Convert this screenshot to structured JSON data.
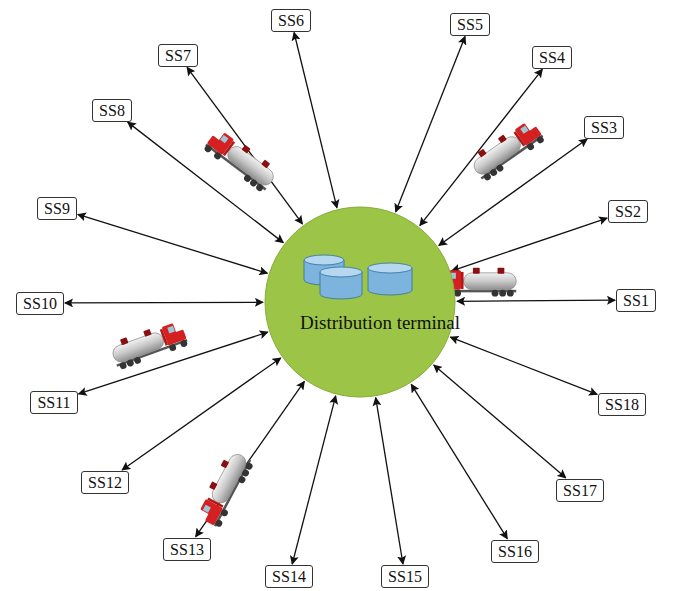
{
  "diagram": {
    "nodes": [
      {
        "text": [
          "Distribution terminal"
        ]
      },
      {
        "text": [
          "SS1"
        ]
      },
      {
        "text": [
          "SS2"
        ]
      },
      {
        "text": [
          "SS3"
        ]
      },
      {
        "text": [
          "SS4"
        ]
      },
      {
        "text": [
          "SS5"
        ]
      },
      {
        "text": [
          "SS6"
        ]
      },
      {
        "text": [
          "SS7"
        ]
      },
      {
        "text": [
          "SS8"
        ]
      },
      {
        "text": [
          "SS9"
        ]
      },
      {
        "text": [
          "SS10"
        ]
      },
      {
        "text": [
          "SS11"
        ]
      },
      {
        "text": [
          "SS12"
        ]
      },
      {
        "text": [
          "SS13"
        ]
      },
      {
        "text": [
          "SS14"
        ]
      },
      {
        "text": [
          "SS15"
        ]
      },
      {
        "text": [
          "SS16"
        ]
      },
      {
        "text": [
          "SS17"
        ]
      },
      {
        "text": [
          "SS18"
        ]
      }
    ],
    "edges": [
      {
        "from": 0,
        "to": 1,
        "arrow": "both"
      },
      {
        "from": 0,
        "to": 2,
        "arrow": "both"
      },
      {
        "from": 0,
        "to": 3,
        "arrow": "both"
      },
      {
        "from": 0,
        "to": 4,
        "arrow": "both"
      },
      {
        "from": 0,
        "to": 5,
        "arrow": "both"
      },
      {
        "from": 0,
        "to": 6,
        "arrow": "both"
      },
      {
        "from": 0,
        "to": 7,
        "arrow": "both"
      },
      {
        "from": 0,
        "to": 8,
        "arrow": "both"
      },
      {
        "from": 0,
        "to": 9,
        "arrow": "both"
      },
      {
        "from": 0,
        "to": 10,
        "arrow": "both"
      },
      {
        "from": 0,
        "to": 11,
        "arrow": "both"
      },
      {
        "from": 0,
        "to": 12,
        "arrow": "both"
      },
      {
        "from": 0,
        "to": 13,
        "arrow": "both"
      },
      {
        "from": 0,
        "to": 14,
        "arrow": "both"
      },
      {
        "from": 0,
        "to": 15,
        "arrow": "both"
      },
      {
        "from": 0,
        "to": 16,
        "arrow": "both"
      },
      {
        "from": 0,
        "to": 17,
        "arrow": "both"
      },
      {
        "from": 0,
        "to": 18,
        "arrow": "both"
      }
    ]
  }
}
